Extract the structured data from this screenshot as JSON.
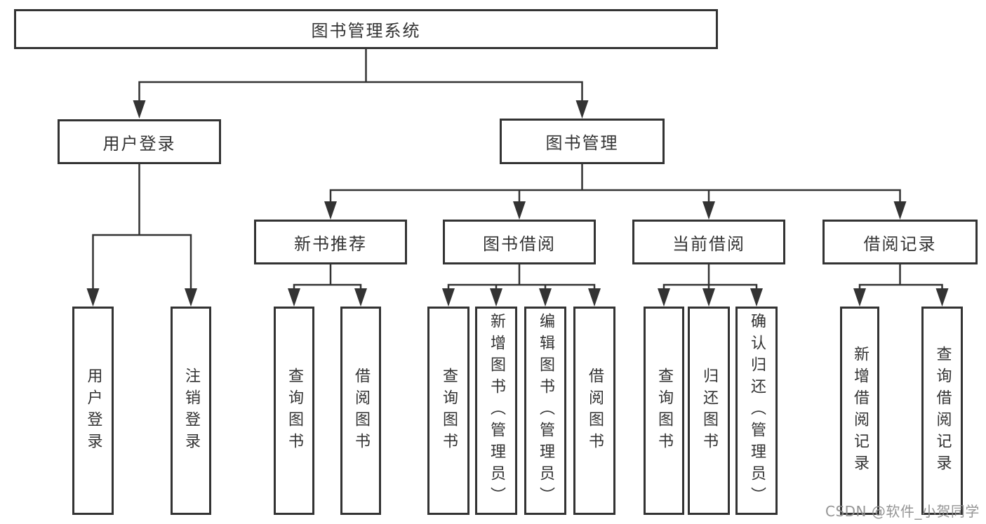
{
  "diagram": {
    "root_label": "图书管理系统",
    "level2": [
      {
        "label": "用户登录"
      },
      {
        "label": "图书管理"
      }
    ],
    "level3": [
      {
        "label": "新书推荐"
      },
      {
        "label": "图书借阅"
      },
      {
        "label": "当前借阅"
      },
      {
        "label": "借阅记录"
      }
    ],
    "leaf_groups": [
      {
        "parent": "用户登录",
        "items": [
          {
            "label": "用户登录"
          },
          {
            "label": "注销登录"
          }
        ]
      },
      {
        "parent": "新书推荐",
        "items": [
          {
            "label": "查询图书"
          },
          {
            "label": "借阅图书"
          }
        ]
      },
      {
        "parent": "图书借阅",
        "items": [
          {
            "label": "查询图书"
          },
          {
            "label": "新增图书（管理员）"
          },
          {
            "label": "编辑图书（管理员）"
          },
          {
            "label": "借阅图书"
          }
        ]
      },
      {
        "parent": "当前借阅",
        "items": [
          {
            "label": "查询图书"
          },
          {
            "label": "归还图书"
          },
          {
            "label": "确认归还（管理员）"
          }
        ]
      },
      {
        "parent": "借阅记录",
        "items": [
          {
            "label": "新增借阅记录"
          },
          {
            "label": "查询借阅记录"
          }
        ]
      }
    ]
  },
  "watermark": {
    "text": "CSDN @软件_小贺同学"
  },
  "colors": {
    "line": "#333333",
    "box_border": "#333333",
    "text": "#333333",
    "watermark": "#8c8c8c",
    "background": "#ffffff"
  }
}
